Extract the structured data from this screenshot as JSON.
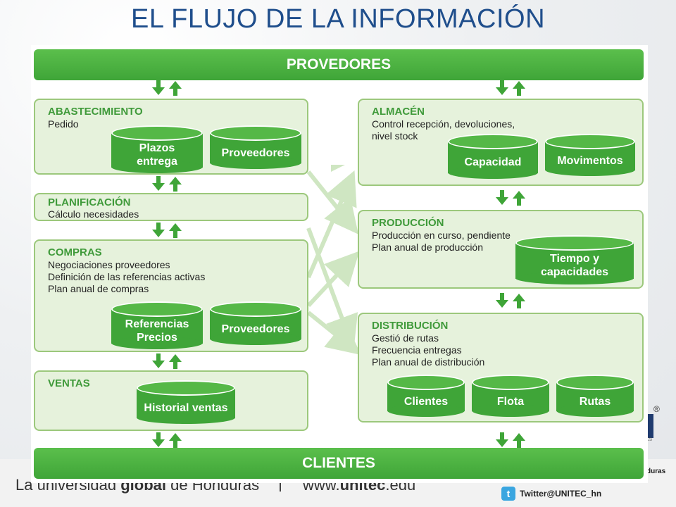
{
  "title": "EL FLUJO DE LA INFORMACIÓN",
  "bands": {
    "top": "PROVEDORES",
    "bottom": "CLIENTES"
  },
  "left": {
    "abastecimiento": {
      "title": "ABASTECIMIENTO",
      "lines": [
        "Pedido"
      ],
      "cylinders": [
        "Plazos\nentrega",
        "Proveedores"
      ]
    },
    "planificacion": {
      "title": "PLANIFICACIÓN",
      "lines": [
        "Cálculo necesidades"
      ]
    },
    "compras": {
      "title": "COMPRAS",
      "lines": [
        "Negociaciones proveedores",
        "Definición de las referencias activas",
        "Plan anual de compras"
      ],
      "cylinders": [
        "Referencias\nPrecios",
        "Proveedores"
      ]
    },
    "ventas": {
      "title": "VENTAS",
      "cylinders": [
        "Historial ventas"
      ]
    }
  },
  "right": {
    "almacen": {
      "title": "ALMACÉN",
      "lines": [
        "Control recepción, devoluciones,",
        "nivel stock"
      ],
      "cylinders": [
        "Capacidad",
        "Movimentos"
      ]
    },
    "produccion": {
      "title": "PRODUCCIÓN",
      "lines": [
        "Producción en curso, pendiente",
        "Plan anual de producción"
      ],
      "cylinders": [
        "Tiempo y\ncapacidades"
      ]
    },
    "distribucion": {
      "title": "DISTRIBUCIÓN",
      "lines": [
        "Gestió de rutas",
        "Frecuencia entregas",
        "Plan anual de distribución"
      ],
      "cylinders": [
        "Clientes",
        "Flota",
        "Rutas"
      ]
    }
  },
  "footer": {
    "tagline_pre": "La universidad ",
    "tagline_bold": "global",
    "tagline_post": " de Honduras",
    "url_pre": "www.",
    "url_bold": "unitec",
    "url_post": ".edu",
    "twitter": "Twitter@UNITEC_hn",
    "reg_mark": "®",
    "logo_fragment": "ES",
    "honduras_fragment": "duras"
  },
  "colors": {
    "title": "#1f4e8c",
    "green": "#3fa538",
    "box_fill": "#e6f2dc",
    "box_border": "#9cc87c",
    "box_title": "#3f9a3a"
  },
  "icons": {
    "arrow_pair": "down-up-arrows-icon",
    "twitter": "twitter-icon"
  }
}
